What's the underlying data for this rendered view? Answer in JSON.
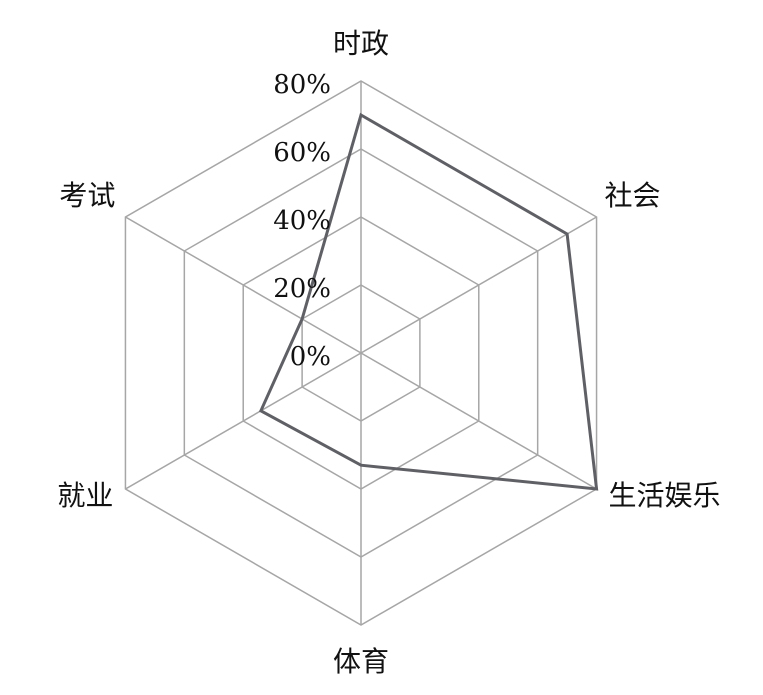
{
  "chart_data": {
    "type": "radar",
    "title": "",
    "categories": [
      "时政",
      "社会",
      "生活娱乐",
      "体育",
      "就业",
      "考试"
    ],
    "series": [
      {
        "name": "",
        "values": [
          70,
          70,
          80,
          33,
          34,
          20
        ],
        "color": "#5f5f66"
      }
    ],
    "rlim": [
      0,
      80
    ],
    "tick_values": [
      0,
      20,
      40,
      60,
      80
    ],
    "tick_labels": [
      "0%",
      "20%",
      "40%",
      "60%",
      "80%"
    ],
    "grid": true,
    "grid_color": "#a6a6a6"
  }
}
